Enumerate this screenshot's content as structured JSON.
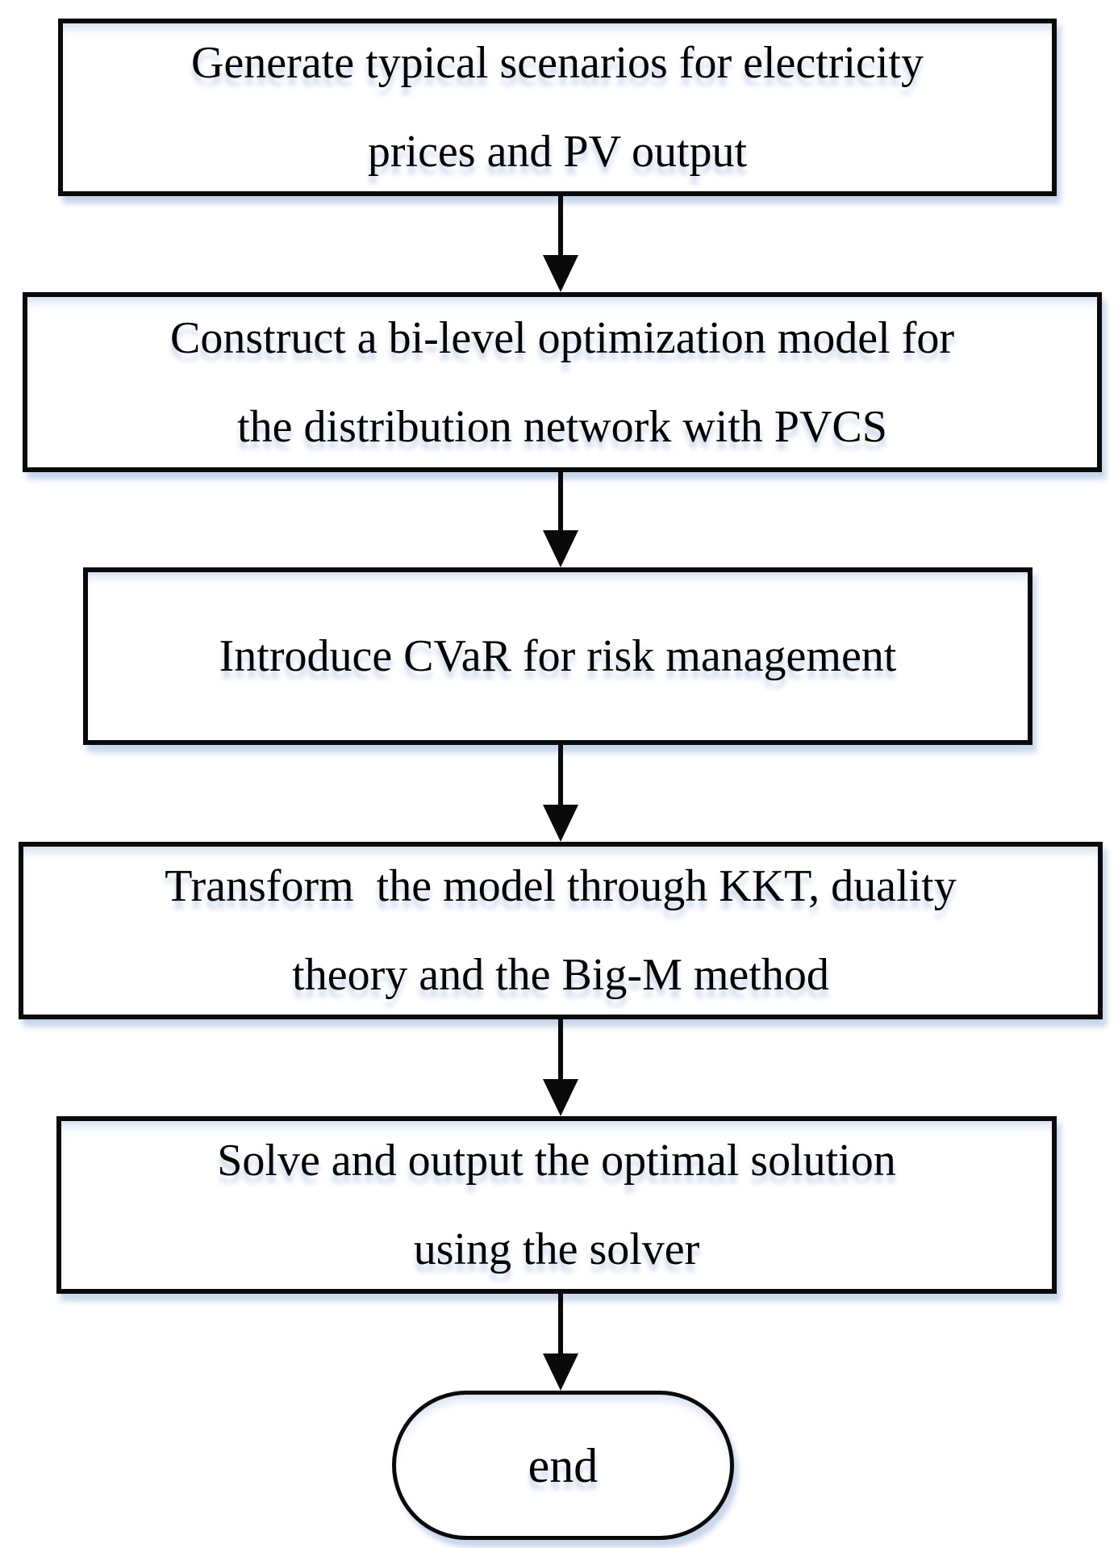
{
  "flowchart": {
    "type": "vertical-flowchart",
    "boxes": [
      {
        "name": "generate-scenarios",
        "lines": [
          "Generate typical scenarios for electricity",
          "prices and PV output"
        ]
      },
      {
        "name": "construct-bilevel-model",
        "lines": [
          "Construct a bi-level optimization model for",
          "the distribution network with PVCS"
        ]
      },
      {
        "name": "introduce-cvar",
        "lines": [
          "Introduce CVaR for risk management"
        ]
      },
      {
        "name": "transform-model",
        "lines": [
          "Transform  the model through KKT, duality",
          "theory and the Big-M method"
        ]
      },
      {
        "name": "solve-output",
        "lines": [
          "Solve and output the optimal solution",
          "using the solver"
        ]
      }
    ],
    "terminator": {
      "label": "end"
    },
    "colors": {
      "border": "#0a0a0a",
      "text": "#000000",
      "fill": "#ffffff",
      "shadow": "#bccee7"
    }
  }
}
